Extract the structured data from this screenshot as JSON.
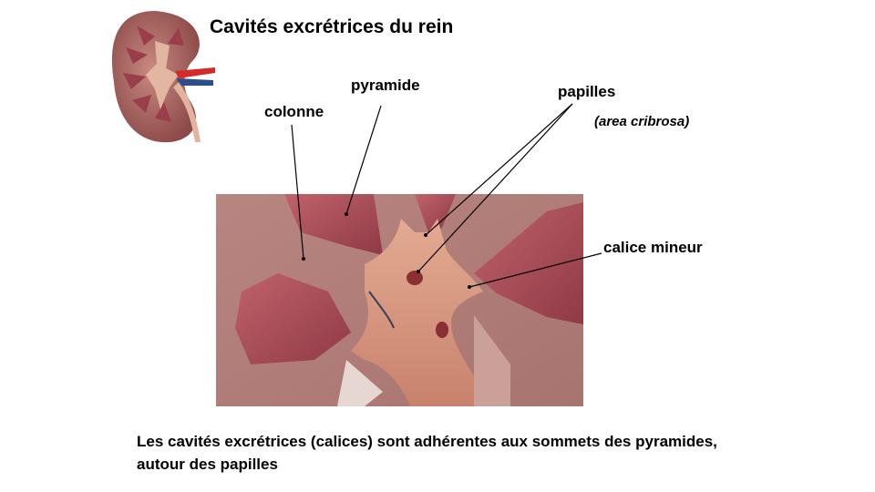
{
  "title": "Cavités excrétrices du rein",
  "labels": {
    "pyramide": "pyramide",
    "colonne": "colonne",
    "papilles": "papilles",
    "area": "(area cribrosa)",
    "calice": "calice mineur"
  },
  "caption": "Les cavités excrétrices (calices) sont adhérentes aux sommets des pyramides, autour des papilles",
  "colors": {
    "cortex": "#b97a72",
    "pyramid": "#9e4a55",
    "calyx": "#d99a82",
    "artery": "#d42a2a",
    "vein": "#2c4f8a"
  }
}
